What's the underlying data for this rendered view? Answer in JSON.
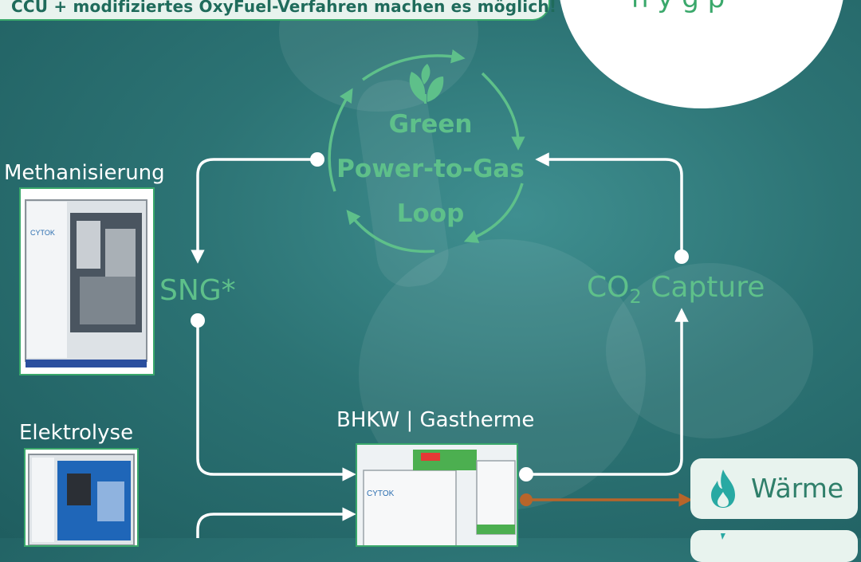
{
  "banner": {
    "text": "CCU + modifiziertes OxyFuel-Verfahren machen es möglich!"
  },
  "circle": {
    "text": "h y    g     p"
  },
  "methanisierung": {
    "label": "Methanisierung",
    "brand": "CYTOK"
  },
  "elektrolyse": {
    "label": "Elektrolyse"
  },
  "bhkw": {
    "label": "BHKW | Gastherme",
    "brand": "CYTOK"
  },
  "loop": {
    "line1": "Green",
    "line2": "Power-to-Gas",
    "line3": "Loop"
  },
  "sng": {
    "label": "SNG*"
  },
  "co2": {
    "prefix": "CO",
    "sub": "2",
    "suffix": " Capture"
  },
  "outputs": {
    "heat_label": "Wärme"
  },
  "colors": {
    "accent_green": "#5ec08a",
    "dark_green": "#3aa86b",
    "heat_arrow": "#b8652a",
    "card_bg": "#e8f3ee"
  }
}
